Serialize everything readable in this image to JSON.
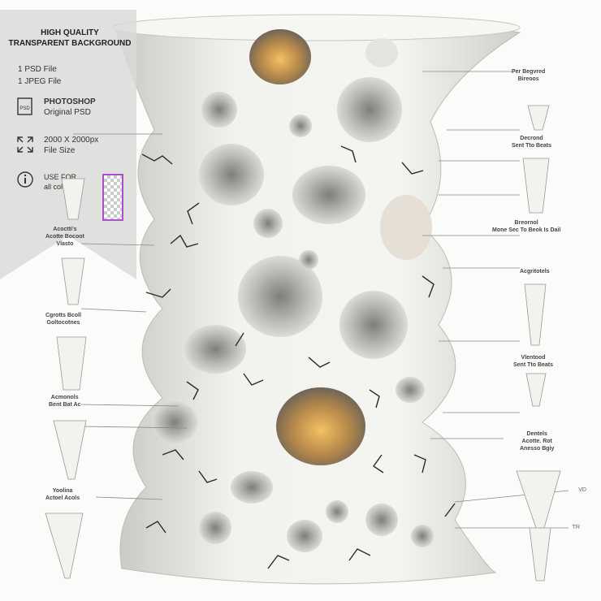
{
  "banner": {
    "title_line1": "HIGH QUALITY",
    "title_line2": "TRANSPARENT BACKGROUND",
    "psd_count": "1 PSD File",
    "jpeg_count": "1 JPEG File",
    "photoshop_label": "PHOTOSHOP",
    "original_label": "Original PSD",
    "size_value": "2000 X 2000px",
    "size_label": "File Size",
    "use_for_label": "USE FOR",
    "all_color_label": "all color",
    "psd_icon_text": "PSD"
  },
  "left_labels": [
    {
      "line1": "Acoctti's",
      "line2": "Acotte Bocoot",
      "line3": "Vlasto"
    },
    {
      "line1": "Cgrotts Bcoll",
      "line2": "Goltocotnes",
      "line3": ""
    },
    {
      "line1": "Acmonols",
      "line2": "Bent Bat Ac",
      "line3": ""
    },
    {
      "line1": "Yoolina",
      "line2": "Actoel Acols",
      "line3": ""
    }
  ],
  "right_labels": [
    {
      "line1": "Per Begvred",
      "line2": "Bireoos"
    },
    {
      "line1": "Decrond",
      "line2": "Sent Tto Beats"
    },
    {
      "line1": "Breornol",
      "line2": "Mone Sec To Beok Is Dail"
    },
    {
      "line1": "Acgritotels",
      "line2": ""
    },
    {
      "line1": "Vlentood",
      "line2": "Sent Tto Beats"
    },
    {
      "line1": "Dentels",
      "line2": "Acotte. Rot",
      "line3": "Anesso Bgiy"
    }
  ],
  "edge_marks": [
    "VD",
    "TR"
  ],
  "colors": {
    "ceramic": "#eeeeea",
    "crack": "#2a2a2a",
    "banner": "#dcdcdc",
    "glow": "#e2a23a"
  }
}
